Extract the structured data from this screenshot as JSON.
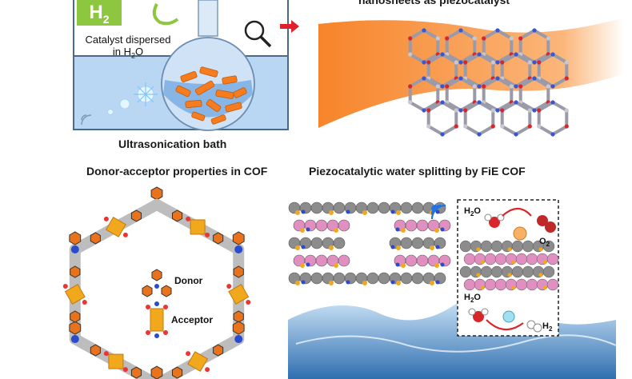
{
  "top_left": {
    "gas_label": "H",
    "gas_sub": "2",
    "catalyst_line1": "Catalyst dispersed",
    "catalyst_line2_prefix": "in H",
    "catalyst_line2_sub": "2",
    "catalyst_line2_suffix": "O",
    "bath_caption": "Ultrasonication bath"
  },
  "top_right": {
    "caption": "nanosheets as piezocatalyst"
  },
  "bottom_left": {
    "caption": "Donor-acceptor properties in COF",
    "donor_label": "Donor",
    "acceptor_label": "Acceptor"
  },
  "bottom_right": {
    "caption": "Piezocatalytic water splitting by FiE COF",
    "water_top_prefix": "H",
    "water_top_sub": "2",
    "water_top_suffix": "O",
    "oxygen_prefix": "O",
    "oxygen_sub": "2",
    "water_bottom_prefix": "H",
    "water_bottom_sub": "2",
    "water_bottom_suffix": "O",
    "hydrogen_prefix": "H",
    "hydrogen_sub": "2"
  },
  "colors": {
    "h2_box": "#8dc63f",
    "bath_water": "#b9d6f2",
    "catalyst_orange": "#f57c1f",
    "sheet_orange": "#f7842a",
    "arrow_red": "#e0202a",
    "benzene_orange": "#e8731c",
    "acceptor_yellow": "#f2a81c",
    "pink_layer": "#e08fc0",
    "water_blue": "#5a9fd4"
  }
}
